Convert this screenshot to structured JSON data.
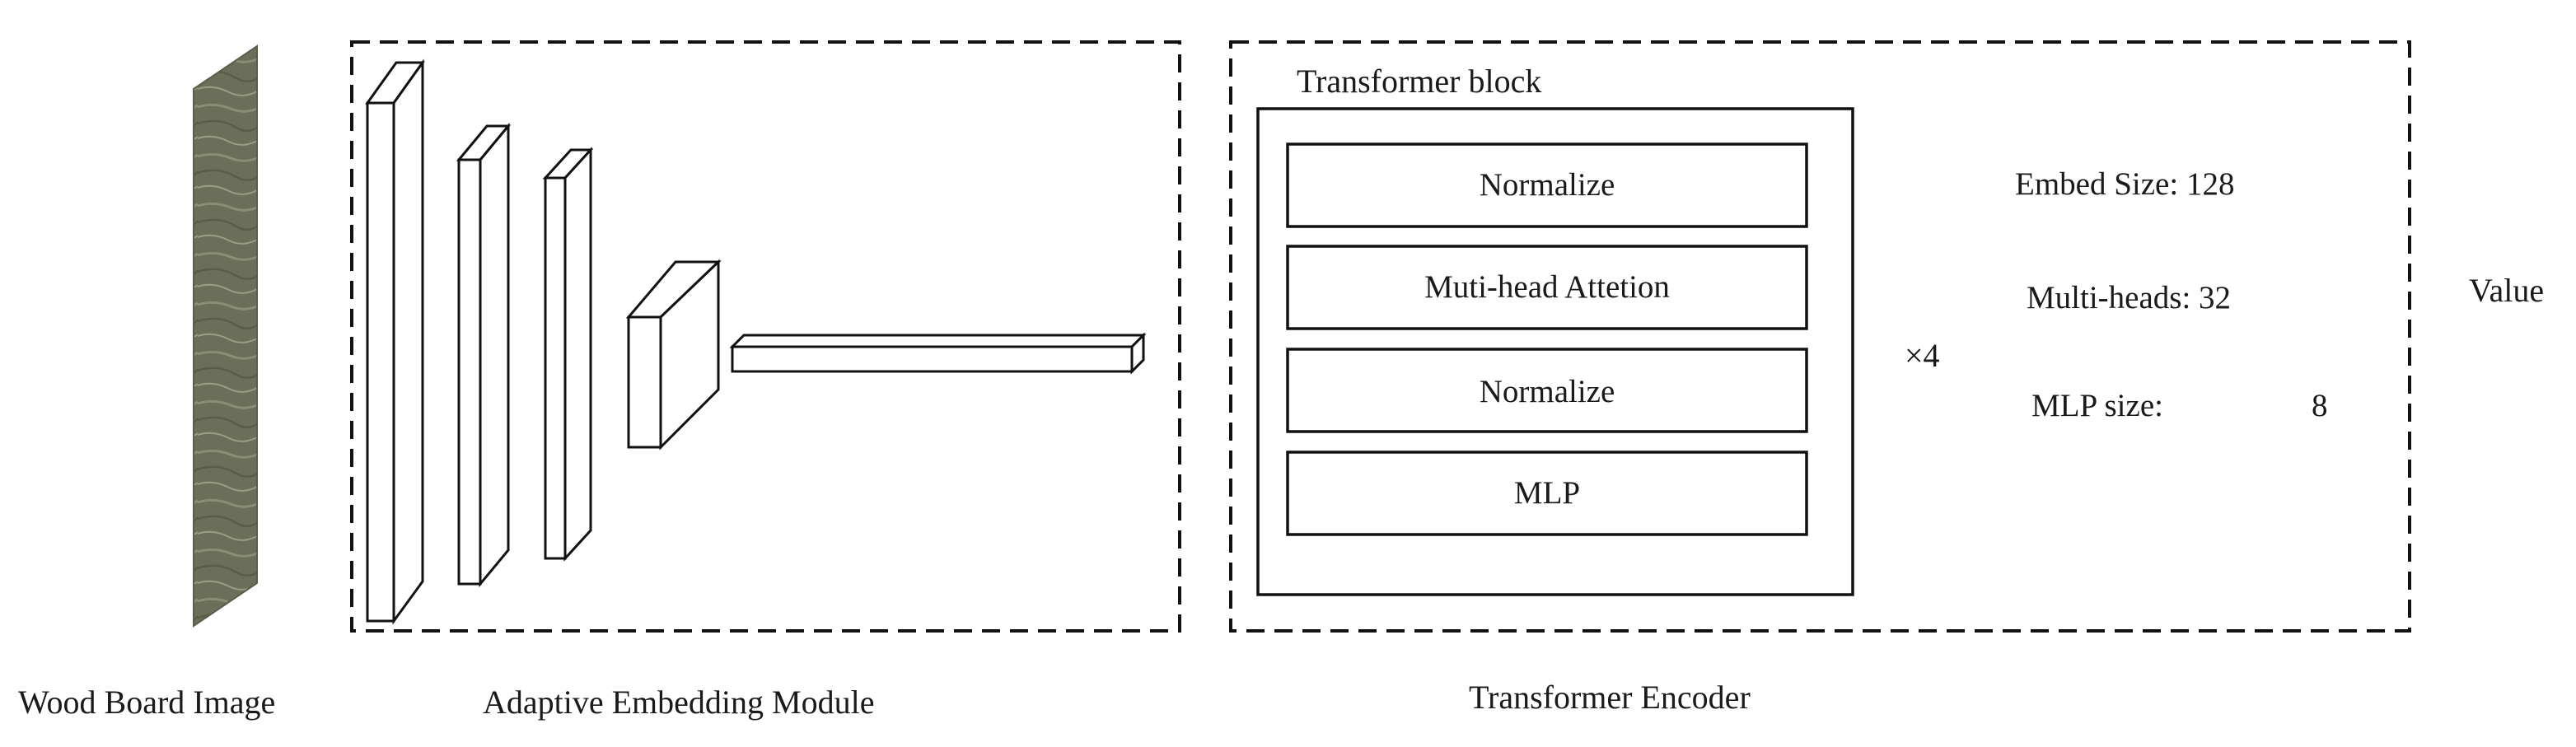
{
  "labels": {
    "wood_board_image": "Wood Board Image",
    "adaptive_embedding_module": "Adaptive Embedding Module",
    "transformer_encoder": "Transformer Encoder",
    "transformer_block": "Transformer block",
    "repeat": "×4",
    "output": "Value"
  },
  "block_layers": [
    "Normalize",
    "Muti-head Attetion",
    "Normalize",
    "MLP"
  ],
  "params": {
    "embed_size": "Embed Size: 128",
    "multi_heads": "Multi-heads: 32",
    "mlp_size_label": "MLP size:",
    "mlp_size_value": "8"
  },
  "colors": {
    "wood_base": "#6b6e58",
    "wood_light": "#8a8d74",
    "line": "#111111"
  }
}
